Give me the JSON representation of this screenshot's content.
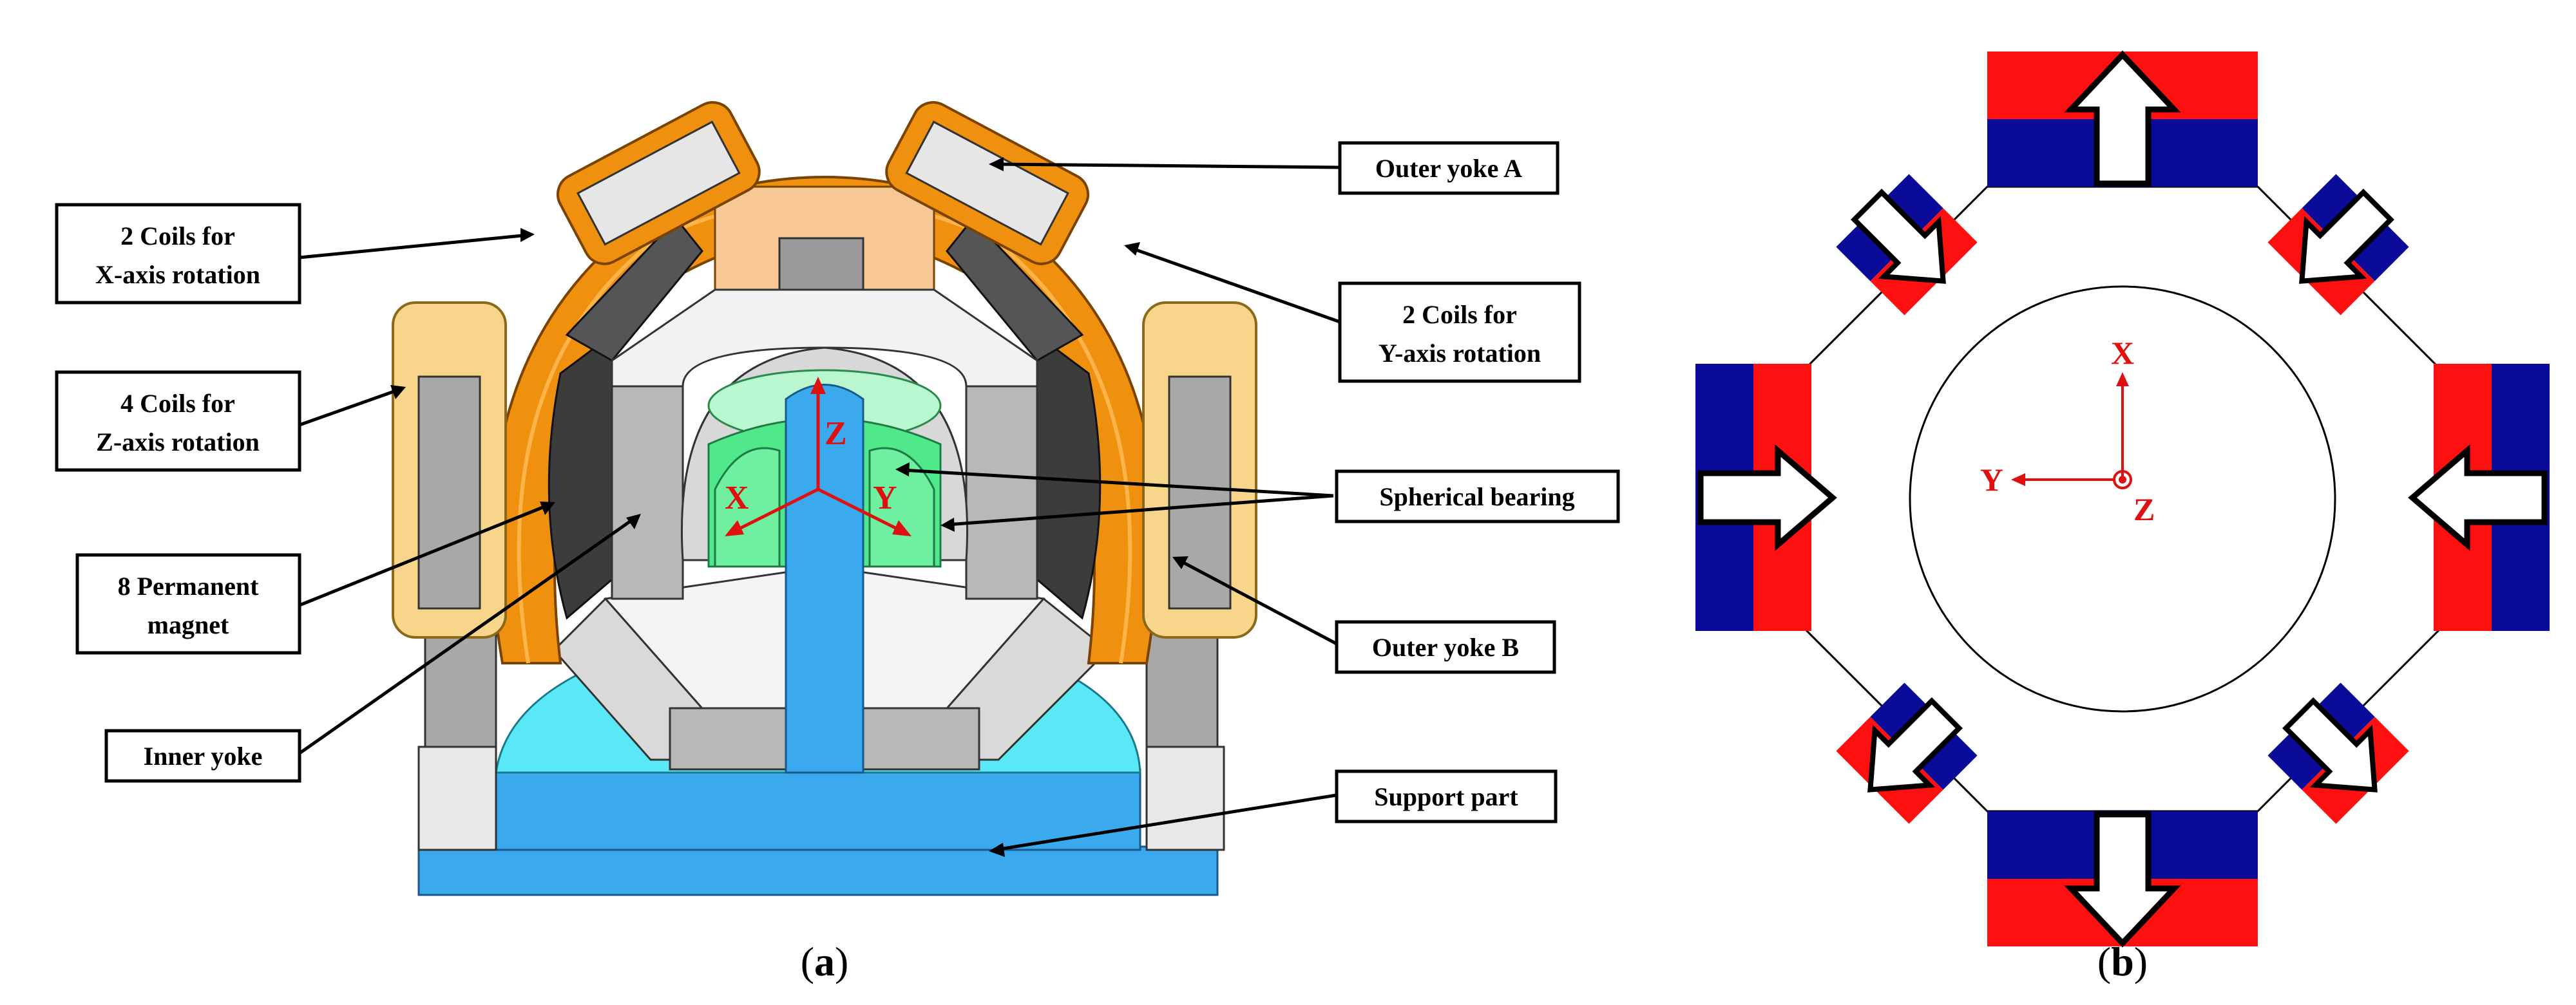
{
  "panel_a": {
    "caption_open": "(",
    "caption_letter": "a",
    "caption_close": ")",
    "labels": {
      "coils_x_1": "2 Coils for",
      "coils_x_2": "X-axis rotation",
      "coils_z_1": "4 Coils for",
      "coils_z_2": "Z-axis rotation",
      "magnet_1": "8 Permanent",
      "magnet_2": "magnet",
      "inner_yoke": "Inner yoke",
      "outer_yoke_a": "Outer yoke A",
      "coils_y_1": "2 Coils for",
      "coils_y_2": "Y-axis rotation",
      "spherical_bearing": "Spherical bearing",
      "outer_yoke_b": "Outer yoke B",
      "support_part": "Support part"
    },
    "axes": {
      "z": "Z",
      "x": "X",
      "y": "Y"
    }
  },
  "panel_b": {
    "caption_open": "(",
    "caption_letter": "b",
    "caption_close": ")",
    "axes": {
      "x": "X",
      "y": "Y",
      "z": "Z"
    }
  },
  "colors": {
    "coil_orange": "#f0900f",
    "coil_light": "#f7d58a",
    "support_blue": "#3aa9ee",
    "support_cyan": "#5ae8f7",
    "bearing_green": "#4fe88a",
    "magnet_dark": "#3c3c3c",
    "pole_red": "#ff1010",
    "pole_blue": "#0b0b9a",
    "axis_red": "#e01010"
  }
}
